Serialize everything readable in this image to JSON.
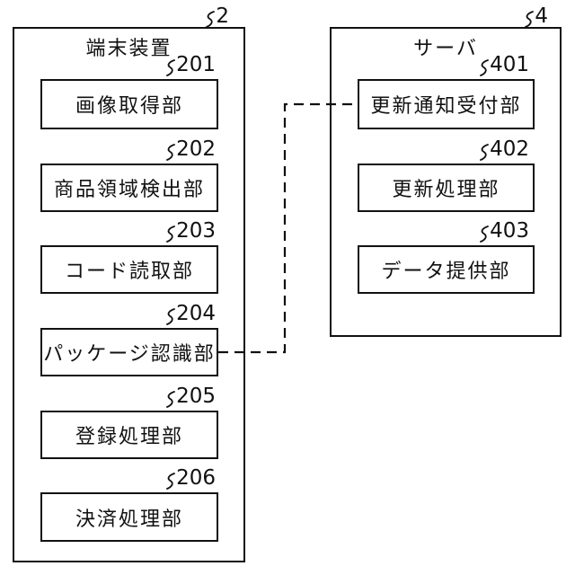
{
  "figure": {
    "type": "block-diagram",
    "background": "#ffffff",
    "line_color": "#111111",
    "terminal": {
      "ref": "2",
      "title": "端末装置",
      "boxes": [
        {
          "ref": "201",
          "label": "画像取得部"
        },
        {
          "ref": "202",
          "label": "商品領域検出部"
        },
        {
          "ref": "203",
          "label": "コード読取部"
        },
        {
          "ref": "204",
          "label": "パッケージ認識部"
        },
        {
          "ref": "205",
          "label": "登録処理部"
        },
        {
          "ref": "206",
          "label": "決済処理部"
        }
      ]
    },
    "server": {
      "ref": "4",
      "title": "サーバ",
      "boxes": [
        {
          "ref": "401",
          "label": "更新通知受付部"
        },
        {
          "ref": "402",
          "label": "更新処理部"
        },
        {
          "ref": "403",
          "label": "データ提供部"
        }
      ]
    },
    "connection": {
      "from_ref": "204",
      "from_label": "パッケージ認識部",
      "to_ref": "401",
      "to_label": "更新通知受付部",
      "style": "dashed"
    }
  }
}
